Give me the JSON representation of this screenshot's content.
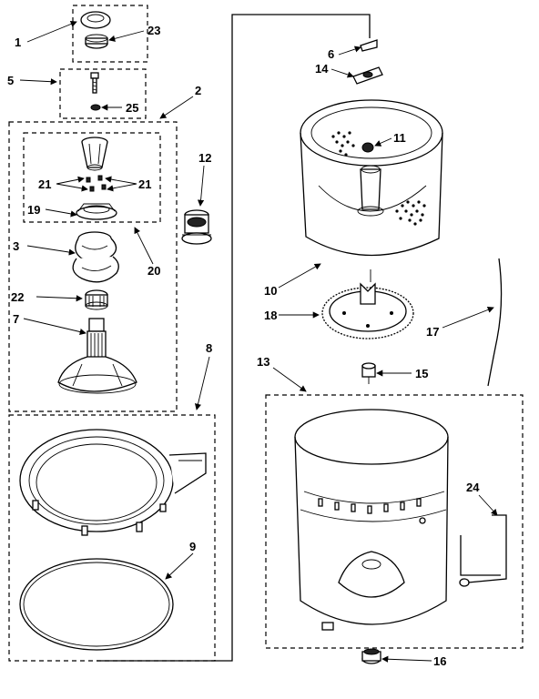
{
  "diagram": {
    "callouts": {
      "c1": "1",
      "c23": "23",
      "c5": "5",
      "c25": "25",
      "c2": "2",
      "c21a": "21",
      "c21b": "21",
      "c19": "19",
      "c20": "20",
      "c3": "3",
      "c22": "22",
      "c7": "7",
      "c12": "12",
      "c8": "8",
      "c9": "9",
      "c6": "6",
      "c14": "14",
      "c11": "11",
      "c10": "10",
      "c18": "18",
      "c17": "17",
      "c13": "13",
      "c15": "15",
      "c24": "24",
      "c16": "16"
    }
  }
}
